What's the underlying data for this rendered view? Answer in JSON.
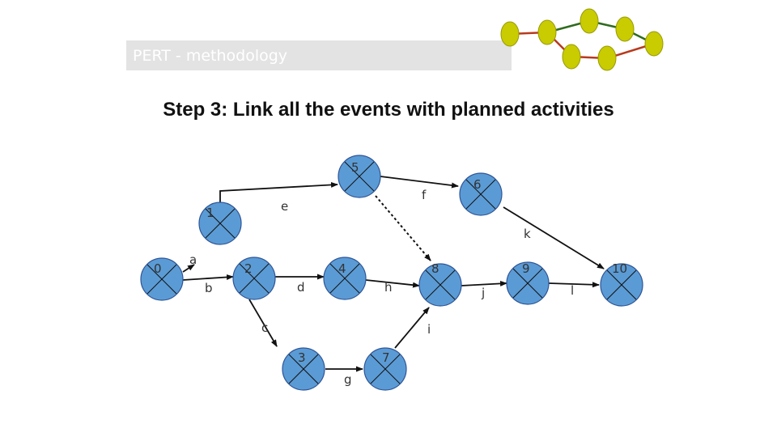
{
  "header": {
    "text": "PERT - methodology"
  },
  "title": "Step 3: Link all the events with planned activities",
  "nodes": [
    {
      "id": "n0",
      "label": "0"
    },
    {
      "id": "n1",
      "label": "1"
    },
    {
      "id": "n2",
      "label": "2"
    },
    {
      "id": "n3",
      "label": "3"
    },
    {
      "id": "n4",
      "label": "4"
    },
    {
      "id": "n5",
      "label": "5"
    },
    {
      "id": "n6",
      "label": "6"
    },
    {
      "id": "n7",
      "label": "7"
    },
    {
      "id": "n8",
      "label": "8"
    },
    {
      "id": "n9",
      "label": "9"
    },
    {
      "id": "n10",
      "label": "10"
    }
  ],
  "activities": [
    {
      "id": "a",
      "label": "a",
      "from": "0",
      "to": "1"
    },
    {
      "id": "b",
      "label": "b",
      "from": "0",
      "to": "2"
    },
    {
      "id": "c",
      "label": "c",
      "from": "2",
      "to": "3"
    },
    {
      "id": "d",
      "label": "d",
      "from": "2",
      "to": "4"
    },
    {
      "id": "e",
      "label": "e",
      "from": "1",
      "to": "5"
    },
    {
      "id": "f",
      "label": "f",
      "from": "5",
      "to": "6"
    },
    {
      "id": "g",
      "label": "g",
      "from": "3",
      "to": "7"
    },
    {
      "id": "h",
      "label": "h",
      "from": "4",
      "to": "8"
    },
    {
      "id": "i",
      "label": "i",
      "from": "7",
      "to": "8"
    },
    {
      "id": "j",
      "label": "j",
      "from": "8",
      "to": "9"
    },
    {
      "id": "k",
      "label": "k",
      "from": "6",
      "to": "10"
    },
    {
      "id": "l",
      "label": "l",
      "from": "9",
      "to": "10"
    },
    {
      "id": "dummy",
      "label": "",
      "from": "5",
      "to": "8",
      "style": "dashed"
    }
  ],
  "colors": {
    "node_fill": "#5b9bd5",
    "node_stroke": "#2f5597",
    "edge": "#111111",
    "header_bg": "#e3e3e3",
    "logo_node": "#c8cc00",
    "logo_edge_red": "#b83a1e",
    "logo_edge_green": "#2f6b1e"
  }
}
